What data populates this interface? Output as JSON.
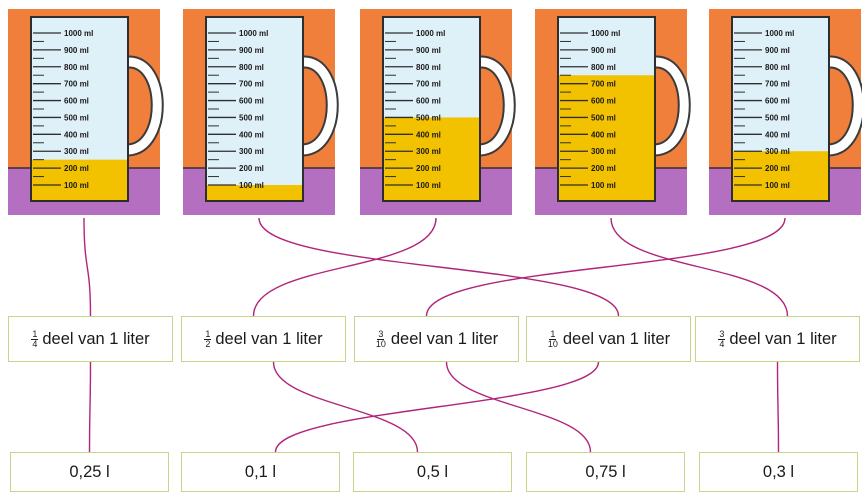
{
  "jugs": [
    {
      "scale": [
        "1000 ml",
        "900 ml",
        "800 ml",
        "700 ml",
        "600 ml",
        "500 ml",
        "400 ml",
        "300 ml",
        "200 ml",
        "100 ml"
      ],
      "fill_ml": 250
    },
    {
      "scale": [
        "1000 ml",
        "900 ml",
        "800 ml",
        "700 ml",
        "600 ml",
        "500 ml",
        "400 ml",
        "300 ml",
        "200 ml",
        "100 ml"
      ],
      "fill_ml": 100
    },
    {
      "scale": [
        "1000 ml",
        "900 ml",
        "800 ml",
        "700 ml",
        "600 ml",
        "500 ml",
        "400 ml",
        "300 ml",
        "200 ml",
        "100 ml"
      ],
      "fill_ml": 500
    },
    {
      "scale": [
        "1000 ml",
        "900 ml",
        "800 ml",
        "700 ml",
        "600 ml",
        "500 ml",
        "400 ml",
        "300 ml",
        "200 ml",
        "100 ml"
      ],
      "fill_ml": 750
    },
    {
      "scale": [
        "1000 ml",
        "900 ml",
        "800 ml",
        "700 ml",
        "600 ml",
        "500 ml",
        "400 ml",
        "300 ml",
        "200 ml",
        "100 ml"
      ],
      "fill_ml": 300
    }
  ],
  "fractions": [
    {
      "num": "1",
      "den": "4",
      "text": "deel van 1 liter"
    },
    {
      "num": "1",
      "den": "2",
      "text": "deel van 1 liter"
    },
    {
      "num": "3",
      "den": "10",
      "text": "deel van 1 liter"
    },
    {
      "num": "1",
      "den": "10",
      "text": "deel van 1 liter"
    },
    {
      "num": "3",
      "den": "4",
      "text": "deel van 1 liter"
    }
  ],
  "liters": [
    "0,25 l",
    "0,1 l",
    "0,5 l",
    "0,75 l",
    "0,3 l"
  ],
  "connections": {
    "jug_to_fraction": [
      [
        0,
        0
      ],
      [
        1,
        3
      ],
      [
        2,
        1
      ],
      [
        3,
        4
      ],
      [
        4,
        2
      ]
    ],
    "fraction_to_liter": [
      [
        0,
        0
      ],
      [
        1,
        2
      ],
      [
        2,
        3
      ],
      [
        3,
        1
      ],
      [
        4,
        4
      ]
    ]
  },
  "colors": {
    "orange": "#f07f3c",
    "purple": "#b46fc0",
    "water": "#dff1f8",
    "liquid": "#f2c200",
    "line": "#b0257a",
    "box_border": "#c9d48a"
  }
}
